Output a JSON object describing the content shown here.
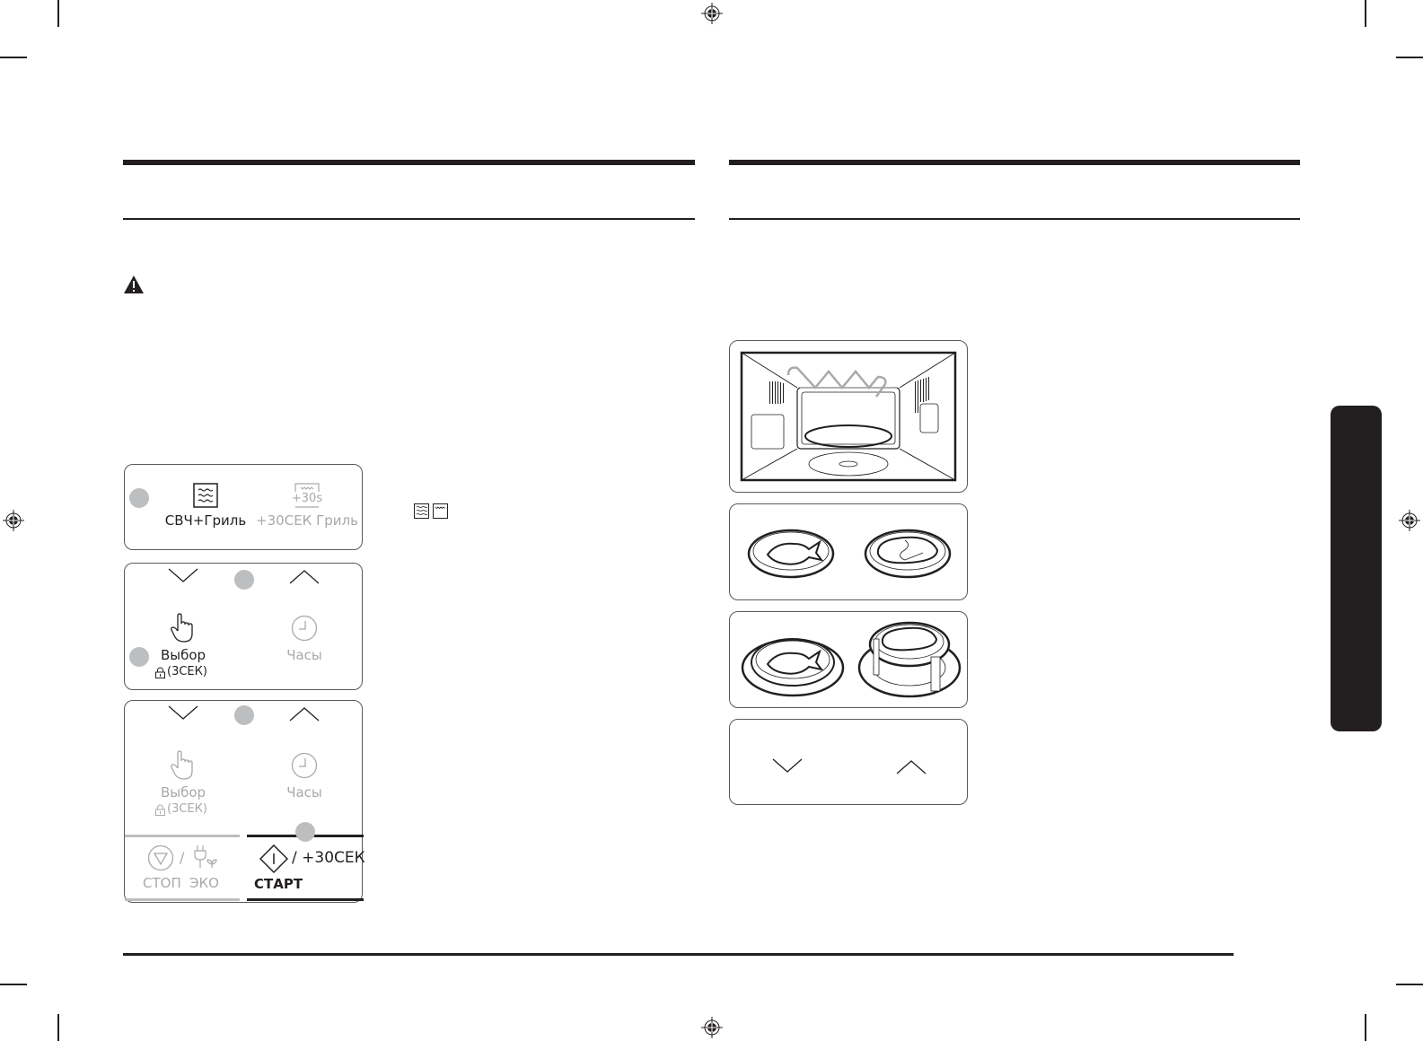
{
  "page": {
    "left_column": {
      "warning_icon": "warning-triangle-icon",
      "inline_icons": [
        "microwave-grill-icon",
        "grill-icon"
      ]
    },
    "control_panels": {
      "panel1": {
        "left_button": {
          "icon": "microwave-grill-icon",
          "label": "СВЧ+Гриль",
          "state": "active"
        },
        "right_button": {
          "icon": "plus-30s-grill-icon",
          "icon_text": "+30s",
          "label": "+30СЕК Гриль",
          "state": "dimmed"
        }
      },
      "panel2": {
        "down_arrow": "chevron-down-icon",
        "up_arrow": "chevron-up-icon",
        "select_button": {
          "icon": "hand-pointer-icon",
          "label": "Выбор",
          "sub_label": "(3СЕК)",
          "sub_icon": "lock-icon",
          "state": "active"
        },
        "clock_button": {
          "icon": "clock-icon",
          "label": "Часы",
          "state": "dimmed"
        }
      },
      "panel3": {
        "down_arrow": "chevron-down-icon",
        "up_arrow": "chevron-up-icon",
        "select_button": {
          "label": "Выбор",
          "sub_label": "(3СЕК)",
          "state": "dimmed"
        },
        "clock_button": {
          "label": "Часы",
          "state": "dimmed"
        },
        "stop_eco_button": {
          "separator": "/",
          "stop_label": "СТОП",
          "eco_label": "ЭКО",
          "state": "dimmed"
        },
        "start_button": {
          "suffix": "/ +30СЕК",
          "label": "СТАРТ",
          "state": "active"
        }
      }
    },
    "right_column": {
      "illustrations": [
        {
          "name": "oven-interior",
          "description": "Microwave cavity with grill element and turntable"
        },
        {
          "name": "plates-on-turntable",
          "description": "Fish on plate and steak on plate"
        },
        {
          "name": "plates-on-rack",
          "description": "Fish plate on turntable and steak on high rack"
        },
        {
          "name": "arrow-buttons",
          "description": "Down and up arrow keys"
        }
      ]
    },
    "colors": {
      "ink": "#231f20",
      "dim": "#a7a9ac",
      "dot": "#bcbec0",
      "panel_border": "#58595b"
    }
  }
}
